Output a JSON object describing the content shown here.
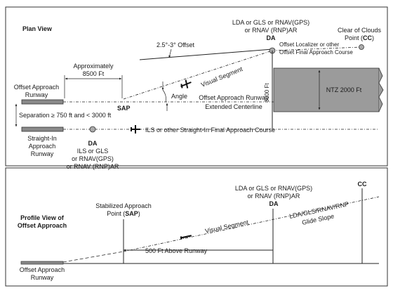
{
  "plan": {
    "title": "Plan View",
    "da_top_line1": "LDA or GLS or RNAV(GPS)",
    "da_top_line2": "or RNAV (RNP)AR",
    "da_top_label": "DA",
    "cc_line1": "Clear of Clouds",
    "cc_line2_pre": "Point (",
    "cc_line2_bold": "CC",
    "cc_line2_post": ")",
    "offset_angle": "2.5°-3° Offset",
    "offset_loc_line1": "Offset Localizer or other",
    "offset_loc_line2": "Offset Final Approach Course",
    "visual_segment": "Visual Segment",
    "approx_line1": "Approximately",
    "approx_line2": "8500 Ft",
    "offset_rwy_line1": "Offset Approach",
    "offset_rwy_line2": "Runway",
    "angle": "Angle",
    "sap": "SAP",
    "ext_line1": "Offset Approach Runway",
    "ext_line2": "Extended Centerline",
    "ntz_dim": "3000 Ft",
    "ntz_label": "NTZ 2000 Ft",
    "separation": "Separation ≥ 750 ft and < 3000 ft",
    "straight_rwy_line1": "Straight-In",
    "straight_rwy_line2": "Approach",
    "straight_rwy_line3": "Runway",
    "da_low_label": "DA",
    "da_low_line1": "ILS or GLS",
    "da_low_line2": "or RNAV(GPS)",
    "da_low_line3": "or RNAV (RNP)AR",
    "ils_course": "ILS or other Straight-In Final Approach Course"
  },
  "profile": {
    "title_line1": "Profile View of",
    "title_line2": "Offset Approach",
    "sap_line1": "Stabilized Approach",
    "sap_line2_pre": "Point (",
    "sap_line2_bold": "SAP",
    "sap_line2_post": ")",
    "da_line1": "LDA or GLS or RNAV(GPS)",
    "da_line2": "or RNAV (RNP)AR",
    "da_label": "DA",
    "cc_label": "CC",
    "visual_segment": "Visual Segment",
    "glide_line1": "LDA/GLS/RNAV/RNP",
    "glide_line2": "Glide Slope",
    "above_runway": "500 Ft Above Runway",
    "rwy_line1": "Offset Approach",
    "rwy_line2": "Runway"
  },
  "colors": {
    "border": "#333333",
    "runway_fill": "#8a8a8a",
    "ntz_fill": "#9b9b9b",
    "ink": "#1a1a1a"
  }
}
